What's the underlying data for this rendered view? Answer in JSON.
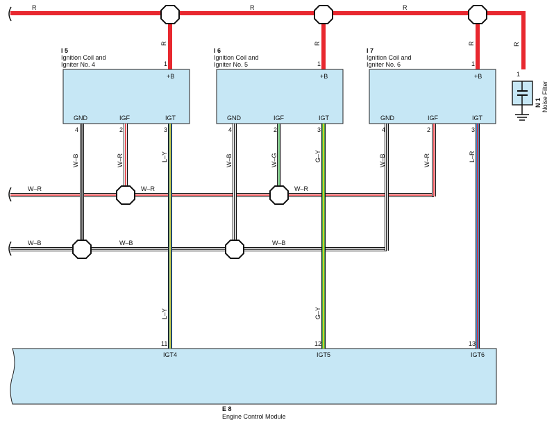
{
  "colors": {
    "R": "#e8282f",
    "W": "#ffffff",
    "B": "#222222",
    "L": "#3a8fd8",
    "Y": "#f0dc1e",
    "G": "#3aa84a",
    "box_fill": "#c6e7f5"
  },
  "power_bus": {
    "label_left": "R",
    "label_mid1": "R",
    "label_mid2": "R",
    "label_drop": "R"
  },
  "igniters": [
    {
      "id": "I 5",
      "name_line1": "Ignition Coil and",
      "name_line2": "Igniter No. 4",
      "feed_label": "R",
      "plus_b": "+B",
      "plus_b_pin": "1",
      "terms": [
        {
          "name": "GND",
          "pin": "4",
          "wire": "W–B"
        },
        {
          "name": "IGF",
          "pin": "2",
          "wire": "W–R"
        },
        {
          "name": "IGT",
          "pin": "3",
          "wire": "L–Y"
        }
      ]
    },
    {
      "id": "I 6",
      "name_line1": "Ignition Coil and",
      "name_line2": "Igniter No. 5",
      "feed_label": "R",
      "plus_b": "+B",
      "plus_b_pin": "1",
      "terms": [
        {
          "name": "GND",
          "pin": "4",
          "wire": "W–B"
        },
        {
          "name": "IGF",
          "pin": "2",
          "wire": "W–G"
        },
        {
          "name": "IGT",
          "pin": "3",
          "wire": "G–Y"
        }
      ]
    },
    {
      "id": "I 7",
      "name_line1": "Ignition Coil and",
      "name_line2": "Igniter No. 6",
      "feed_label": "R",
      "plus_b": "+B",
      "plus_b_pin": "1",
      "terms": [
        {
          "name": "GND",
          "pin": "4",
          "wire": "W–B"
        },
        {
          "name": "IGF",
          "pin": "2",
          "wire": "W–R"
        },
        {
          "name": "IGT",
          "pin": "3",
          "wire": "L–R"
        }
      ]
    }
  ],
  "noise_filter": {
    "id": "N 1",
    "name": "Noise Filter",
    "pin": "1"
  },
  "igf_bus": {
    "label_left": "W–R",
    "label_mid": "W–R",
    "label_right": "W–R"
  },
  "gnd_bus": {
    "label_left": "W–B",
    "label_mid": "W–B",
    "label_right": "W–B"
  },
  "igt_lower_labels": [
    "L–Y",
    "G–Y"
  ],
  "ecm": {
    "id": "E 8",
    "name": "Engine Control Module",
    "pins": [
      {
        "pin": "11",
        "name": "IGT4"
      },
      {
        "pin": "12",
        "name": "IGT5"
      },
      {
        "pin": "13",
        "name": "IGT6"
      }
    ]
  }
}
